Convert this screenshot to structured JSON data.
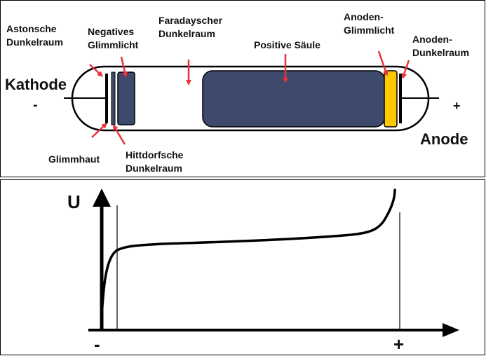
{
  "tube_diagram": {
    "cathode_label": "Kathode",
    "anode_label": "Anode",
    "minus_sign": "-",
    "plus_sign": "+",
    "regions": {
      "astonsche_line1": "Astonsche",
      "astonsche_line2": "Dunkelraum",
      "negatives_line1": "Negatives",
      "negatives_line2": "Glimmlicht",
      "faraday_line1": "Faradayscher",
      "faraday_line2": "Dunkelraum",
      "positive_saeule": "Positive Säule",
      "anoden_glimm_line1": "Anoden-",
      "anoden_glimm_line2": "Glimmlicht",
      "anoden_dunkel_line1": "Anoden-",
      "anoden_dunkel_line2": "Dunkelraum",
      "glimmhaut": "Glimmhaut",
      "hittdorf_line1": "Hittdorfsche",
      "hittdorf_line2": "Dunkelraum"
    },
    "colors": {
      "region_fill": "#3d4a6b",
      "anode_glow": "#ffc800",
      "arrow": "#e8333a",
      "tube_outline": "#000000"
    }
  },
  "voltage_plot": {
    "y_axis_label": "U",
    "x_minus_label": "-",
    "x_plus_label": "+",
    "curve_color": "#000000"
  }
}
